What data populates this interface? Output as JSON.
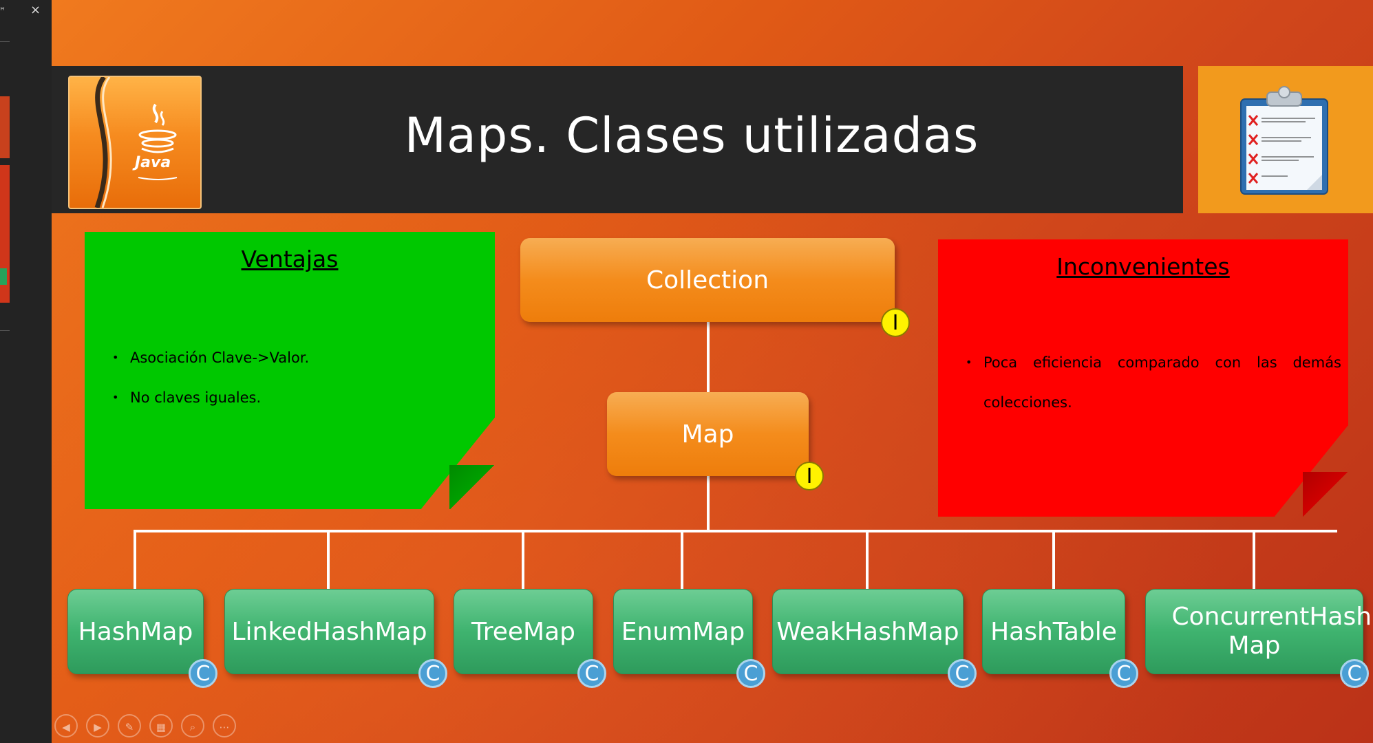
{
  "window": {
    "close_label": "×"
  },
  "slide": {
    "title": "Maps. Clases utilizadas",
    "logo_text": "Java",
    "advantages": {
      "title": "Ventajas",
      "items": [
        "Asociación Clave->Valor.",
        "No claves iguales."
      ]
    },
    "disadvantages": {
      "title": "Inconvenientes",
      "items": [
        "Poca eficiencia comparado con las demás colecciones."
      ]
    },
    "hierarchy": {
      "root": {
        "label": "Collection",
        "badge": "I"
      },
      "interface": {
        "label": "Map",
        "badge": "I"
      },
      "classes": [
        {
          "label": "HashMap",
          "badge": "C"
        },
        {
          "label": "LinkedHashMap",
          "badge": "C"
        },
        {
          "label": "TreeMap",
          "badge": "C"
        },
        {
          "label": "EnumMap",
          "badge": "C"
        },
        {
          "label": "WeakHashMap",
          "badge": "C"
        },
        {
          "label": "HashTable",
          "badge": "C"
        },
        {
          "label": "ConcurrentHash Map",
          "badge": "C"
        }
      ]
    }
  },
  "presenter_controls": [
    {
      "name": "previous-slide",
      "icon": "◀"
    },
    {
      "name": "next-slide",
      "icon": "▶"
    },
    {
      "name": "pen-tool",
      "icon": "✎"
    },
    {
      "name": "see-all-slides",
      "icon": "▦"
    },
    {
      "name": "zoom",
      "icon": "⌕"
    },
    {
      "name": "more-options",
      "icon": "⋯"
    }
  ],
  "colors": {
    "advantages_bg": "#00c800",
    "disadvantages_bg": "#ff0000",
    "interface_box": "#f48c1c",
    "class_box": "#3fb36f",
    "title_bar": "#262626"
  }
}
